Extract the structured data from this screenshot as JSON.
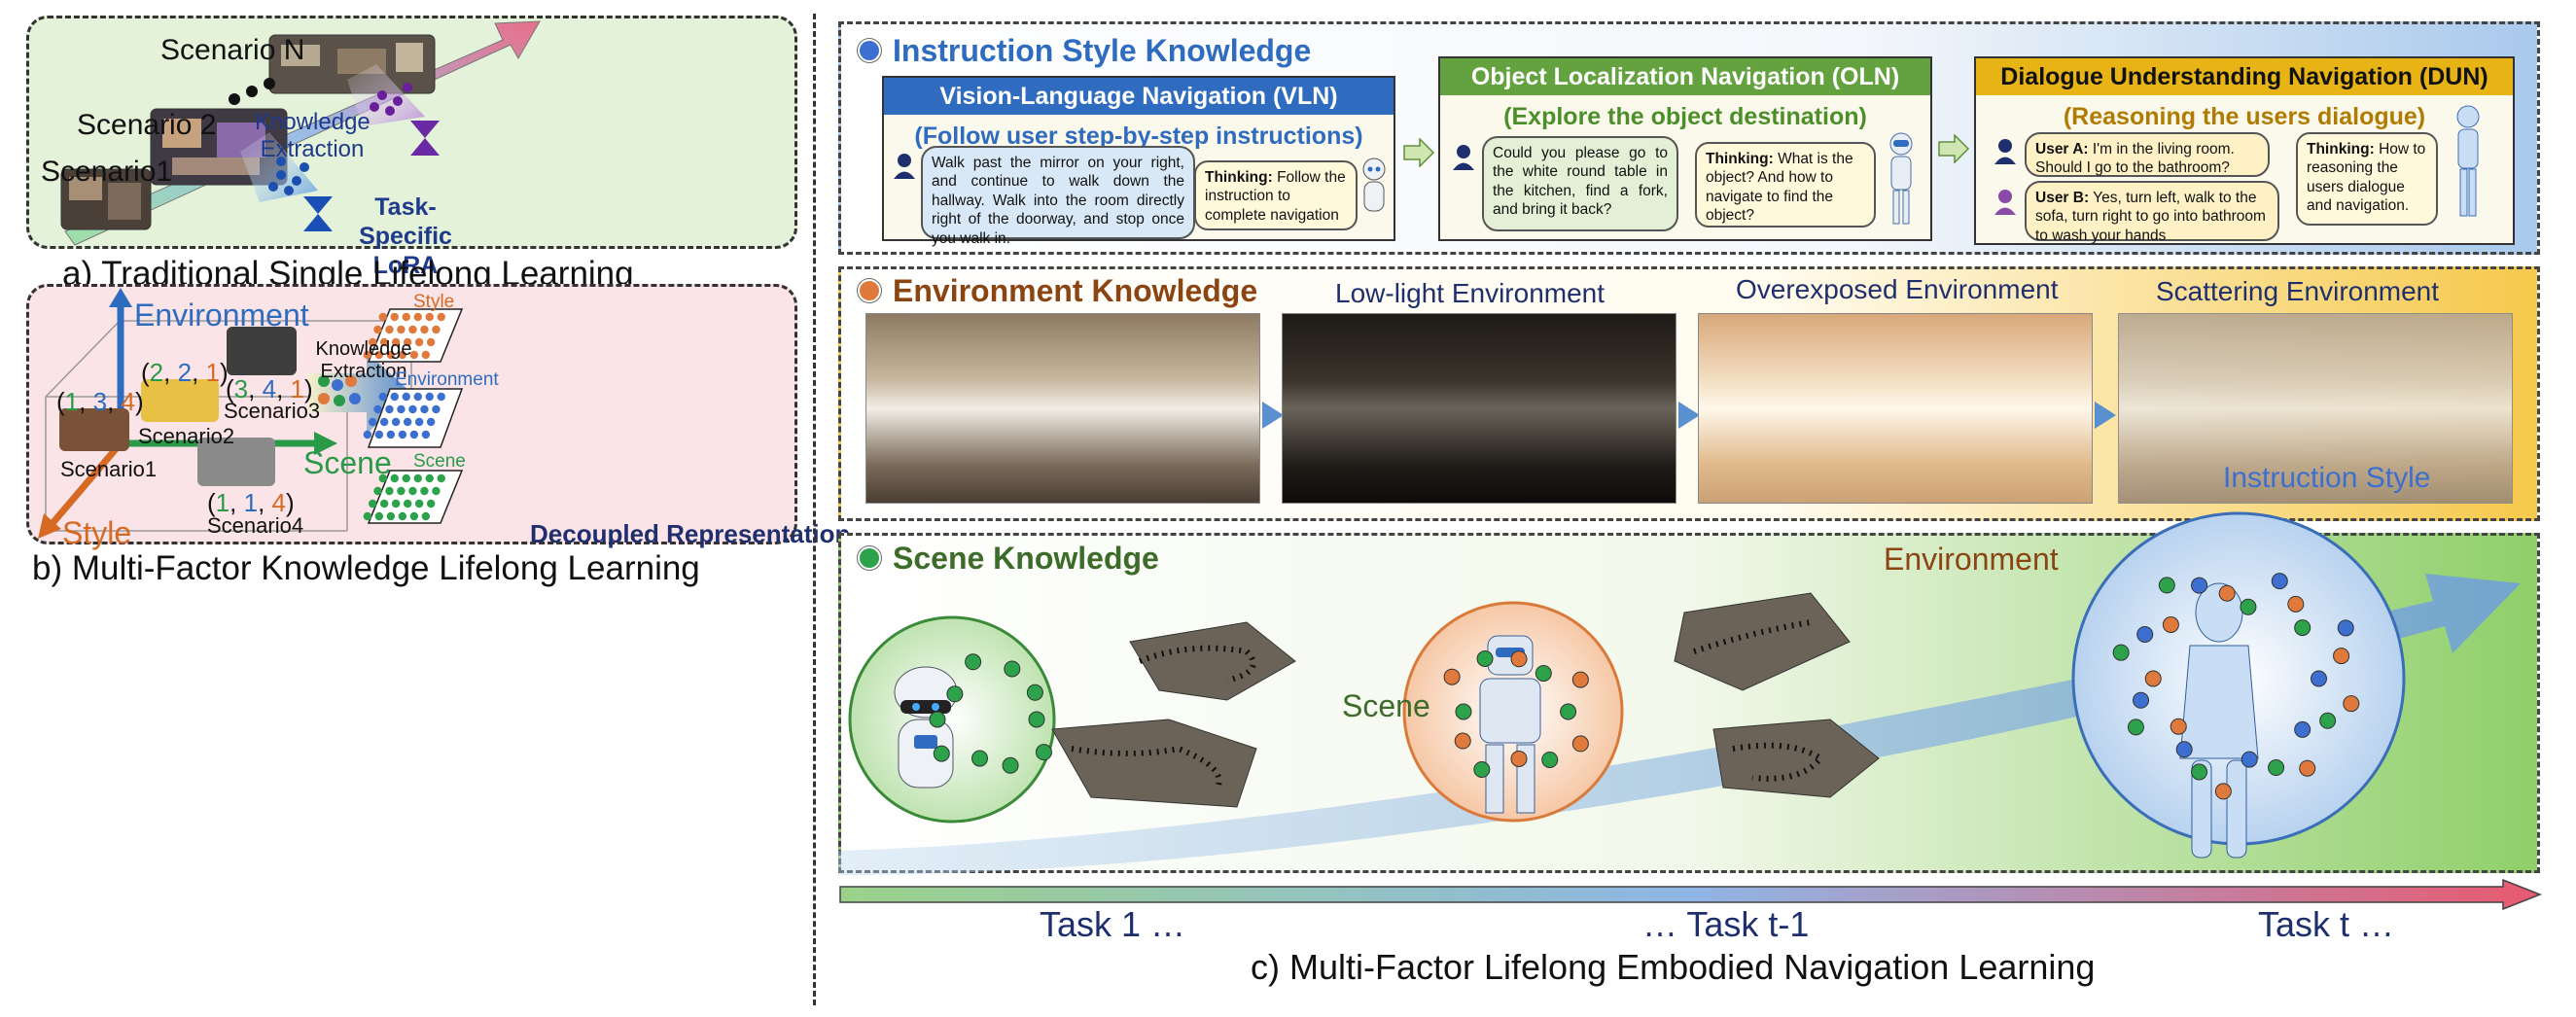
{
  "panel_a": {
    "scenario_n": "Scenario N",
    "scenario_2": "Scenario 2",
    "scenario_1": "Scenario1",
    "knowledge_extraction": "Knowledge Extraction",
    "lora": "Task-Specific LoRA",
    "caption": "a) Traditional Single Lifelong Learning"
  },
  "panel_b": {
    "axis_environment": "Environment",
    "axis_scene": "Scene",
    "axis_style": "Style",
    "scenario1": "Scenario1",
    "scenario2": "Scenario2",
    "scenario3": "Scenario3",
    "scenario4": "Scenario4",
    "coord1": [
      "1",
      "3",
      "4"
    ],
    "coord2": [
      "2",
      "2",
      "1"
    ],
    "coord3": [
      "3",
      "4",
      "1"
    ],
    "coord4": [
      "1",
      "1",
      "4"
    ],
    "knowledge_extraction": "Knowledge Extraction",
    "grid_style": "Style",
    "grid_environment": "Environment",
    "grid_scene": "Scene",
    "decoupled": "Decoupled Representation",
    "caption": "b) Multi-Factor Knowledge Lifelong Learning"
  },
  "instruction": {
    "title": "Instruction Style Knowledge",
    "vln": {
      "head": "Vision-Language Navigation (VLN)",
      "sub": "(Follow user step-by-step instructions)",
      "user": "Walk past the mirror on your right, and continue to walk down the hallway. Walk into the room directly right of the doorway, and stop once you walk in.",
      "think_label": "Thinking:",
      "think": "Follow the instruction to complete navigation"
    },
    "oln": {
      "head": "Object Localization Navigation (OLN)",
      "sub": "(Explore the object destination)",
      "user": "Could you please go to the white round table in the kitchen, find a fork, and bring it back?",
      "think_label": "Thinking:",
      "think": "What is the object? And how to navigate to find the object?"
    },
    "dun": {
      "head": "Dialogue Understanding Navigation (DUN)",
      "sub": "(Reasoning the users dialogue)",
      "user_a_label": "User A:",
      "user_a": "I'm in the living room. Should I go to the bathroom?",
      "user_b_label": "User B:",
      "user_b": "Yes, turn left, walk to the sofa, turn right to go into bathroom to wash your hands",
      "think_label": "Thinking:",
      "think": "How to reasoning the users dialogue and navigation."
    }
  },
  "environment": {
    "title": "Environment Knowledge",
    "low_light": "Low-light Environment",
    "overexposed": "Overexposed Environment",
    "scattering": "Scattering Environment",
    "instruction_style_overlay": "Instruction Style"
  },
  "scene": {
    "title": "Scene Knowledge",
    "scene_label": "Scene",
    "environment_label": "Environment"
  },
  "timeline": {
    "task1": "Task 1 …",
    "task_t1": "… Task t-1",
    "task_t": "Task t …"
  },
  "caption_c": "c) Multi-Factor Lifelong Embodied Navigation Learning",
  "colors": {
    "blue_title": "#2f6bbf",
    "green_title": "#3c6b2a",
    "brown_title": "#8b4513",
    "navy": "#1f2f6e",
    "orange": "#e07a3c",
    "green_dot": "#2ca24a",
    "blue_dot": "#3d6fd0"
  }
}
